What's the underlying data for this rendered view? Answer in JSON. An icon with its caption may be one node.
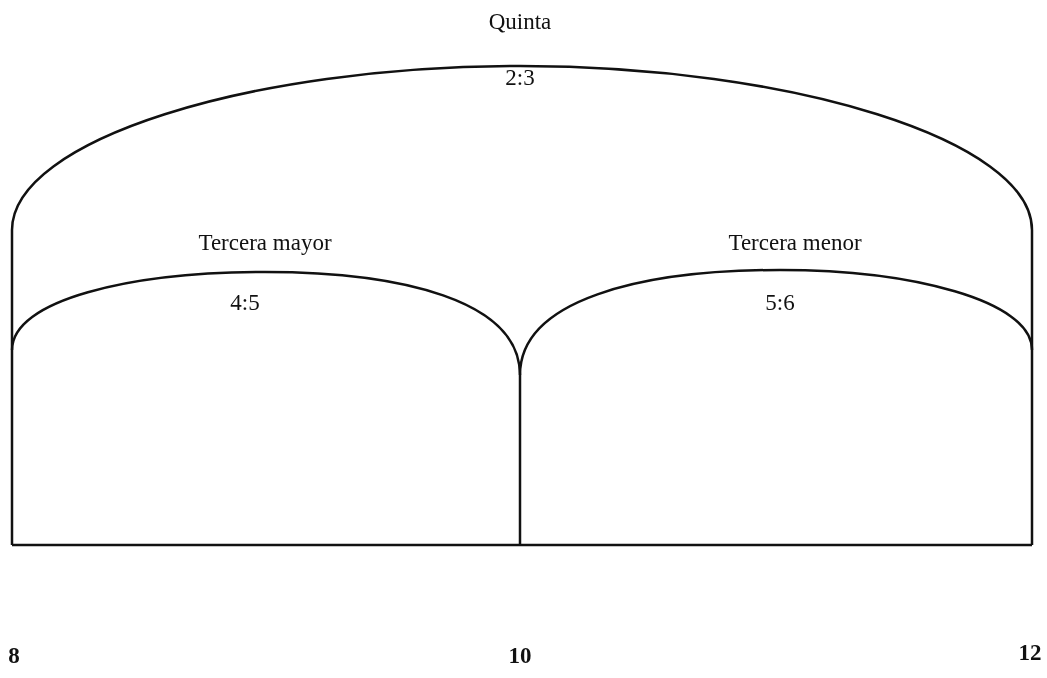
{
  "diagram": {
    "labels": [
      "Quinta",
      "2:3",
      "Tercera mayor",
      "Tercera menor",
      "4:5",
      "5:6",
      "8",
      "10",
      "12"
    ]
  }
}
